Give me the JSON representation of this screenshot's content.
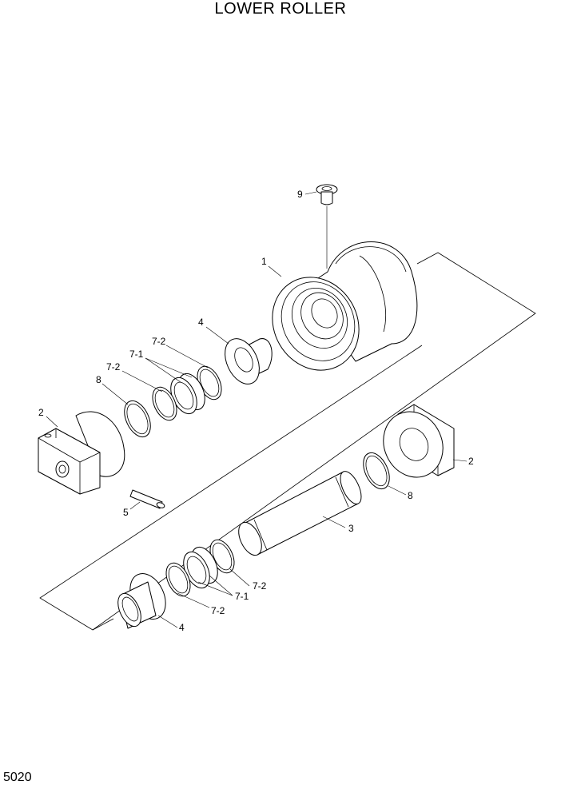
{
  "title": "LOWER ROLLER",
  "page_number": "5020",
  "callouts": {
    "p9": "9",
    "p1": "1",
    "p4_top": "4",
    "p7_2_a": "7-2",
    "p7_1_a": "7-1",
    "p7_2_b": "7-2",
    "p8_left": "8",
    "p2_left": "2",
    "p5": "5",
    "p2_right": "2",
    "p8_right": "8",
    "p3": "3",
    "p7_2_c": "7-2",
    "p7_1_b": "7-1",
    "p7_2_d": "7-2",
    "p4_bottom": "4"
  }
}
